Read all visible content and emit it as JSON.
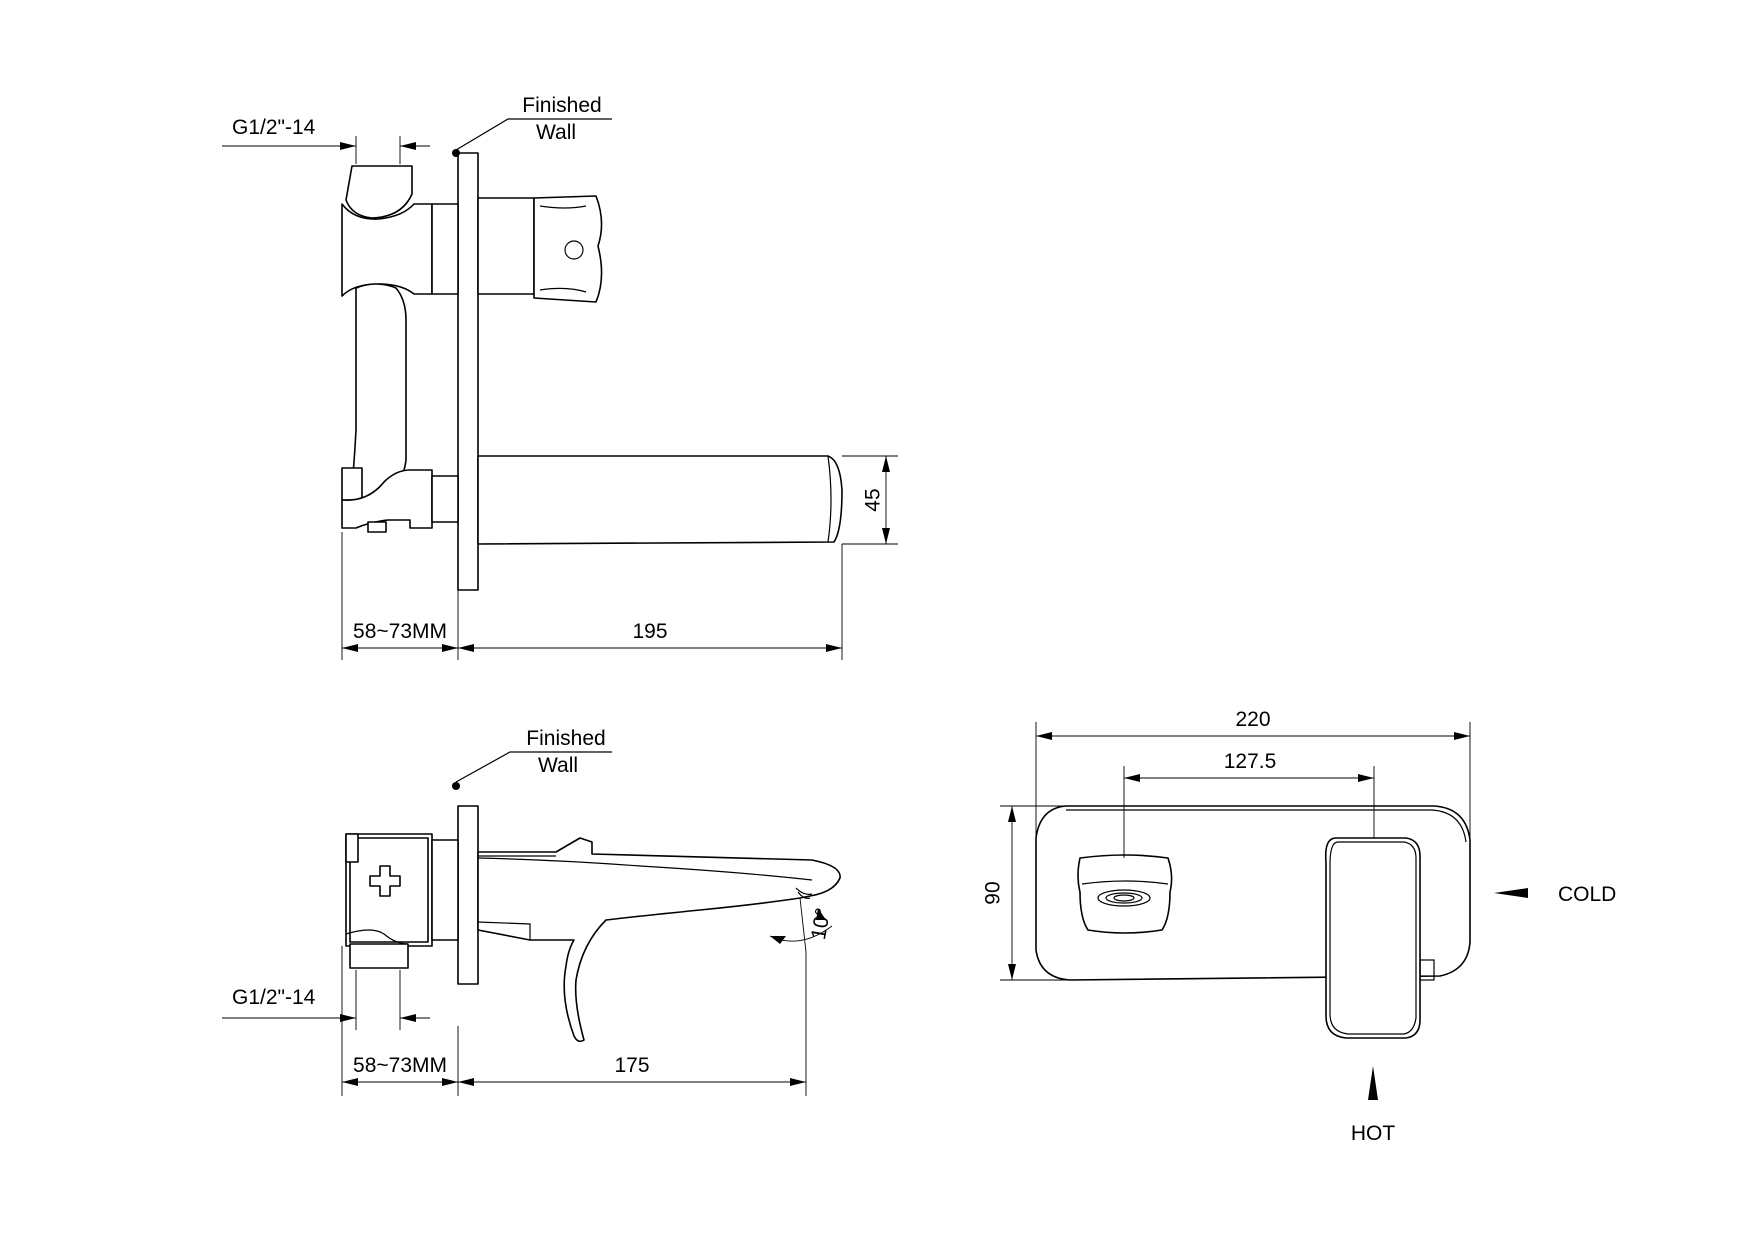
{
  "labels": {
    "finished_wall_top_line1": "Finished",
    "finished_wall_top_line2": "Wall",
    "finished_wall_bottom_line1": "Finished",
    "finished_wall_bottom_line2": "Wall",
    "thread_top": "G1/2\"-14",
    "thread_bottom": "G1/2\"-14",
    "cold": "COLD",
    "hot": "HOT"
  },
  "dimensions": {
    "side_depth_range": "58~73MM",
    "side_spout_projection": "195",
    "side_spout_height": "45",
    "bottom_depth_range": "58~73MM",
    "bottom_spout_projection": "175",
    "spout_angle": "10°",
    "plate_width": "220",
    "center_distance": "127.5",
    "plate_height": "90"
  },
  "colors": {
    "line": "#000000",
    "background": "#ffffff"
  }
}
